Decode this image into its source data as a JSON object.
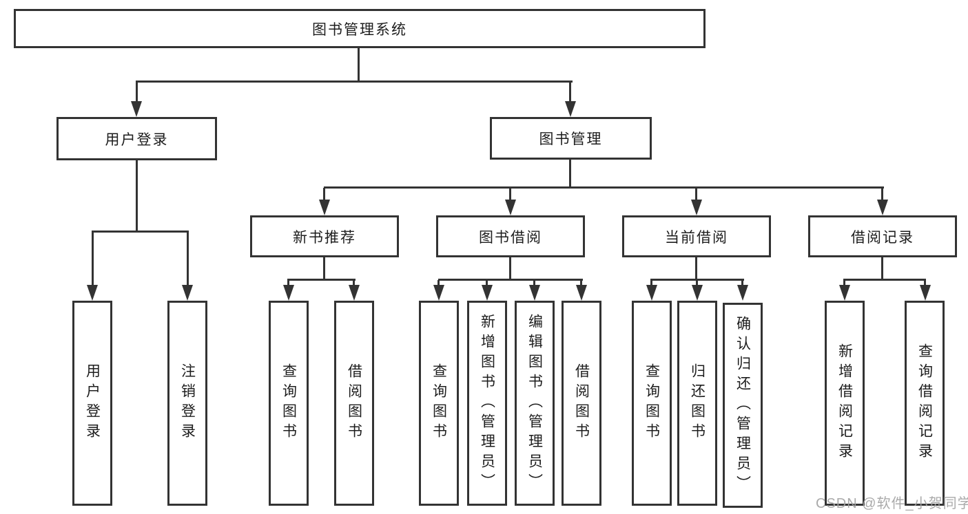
{
  "diagram": {
    "root": {
      "label": "图书管理系统"
    },
    "level2": [
      {
        "label": "用户登录",
        "children": [
          {
            "label": "用户登录"
          },
          {
            "label": "注销登录"
          }
        ]
      },
      {
        "label": "图书管理",
        "modules": [
          {
            "label": "新书推荐",
            "children": [
              {
                "label": "查询图书"
              },
              {
                "label": "借阅图书"
              }
            ]
          },
          {
            "label": "图书借阅",
            "children": [
              {
                "label": "查询图书"
              },
              {
                "label": "新增图书（管理员）"
              },
              {
                "label": "编辑图书（管理员）"
              },
              {
                "label": "借阅图书"
              }
            ]
          },
          {
            "label": "当前借阅",
            "children": [
              {
                "label": "查询图书"
              },
              {
                "label": "归还图书"
              },
              {
                "label": "确认归还（管理员）"
              }
            ]
          },
          {
            "label": "借阅记录",
            "children": [
              {
                "label": "新增借阅记录"
              },
              {
                "label": "查询借阅记录"
              }
            ]
          }
        ]
      }
    ]
  },
  "watermark": {
    "text": "CSDN @软件_小贺同学"
  },
  "colors": {
    "line": "#333333",
    "node_text": "#1d1d1d",
    "background": "#ffffff",
    "watermark": "#a3a3a3"
  }
}
